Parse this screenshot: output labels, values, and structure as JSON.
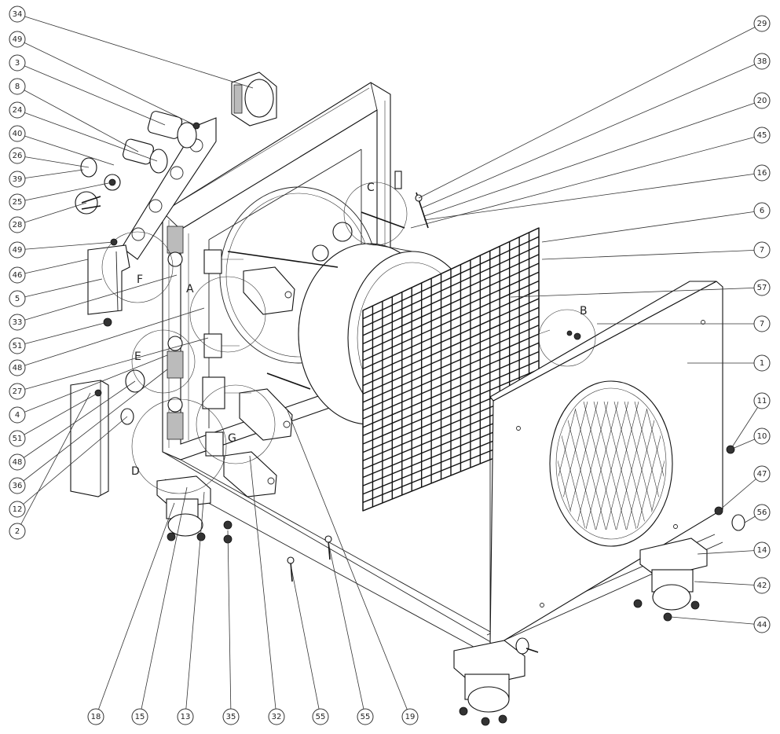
{
  "callouts": [
    {
      "label": "34",
      "ref": "switch-box"
    },
    {
      "label": "49",
      "ref": "hex-nut-top"
    },
    {
      "label": "3",
      "ref": "cable-gland-large"
    },
    {
      "label": "8",
      "ref": "cable-gland-large"
    },
    {
      "label": "24",
      "ref": "mounting-plate"
    },
    {
      "label": "40",
      "ref": "small-nut"
    },
    {
      "label": "26",
      "ref": "connector-sleeve"
    },
    {
      "label": "39",
      "ref": "connector-sleeve"
    },
    {
      "label": "25",
      "ref": "connector-ring"
    },
    {
      "label": "28",
      "ref": "power-plug"
    },
    {
      "label": "49",
      "ref": "hex-nut-left"
    },
    {
      "label": "46",
      "ref": "terminal-cover"
    },
    {
      "label": "5",
      "ref": "terminal-cover"
    },
    {
      "label": "33",
      "ref": "terminal-screw"
    },
    {
      "label": "51",
      "ref": "nut-pair"
    },
    {
      "label": "48",
      "ref": "frame-bolt"
    },
    {
      "label": "27",
      "ref": "bracket"
    },
    {
      "label": "4",
      "ref": "bracket"
    },
    {
      "label": "51",
      "ref": "nut-lower"
    },
    {
      "label": "48",
      "ref": "bolt-lower"
    },
    {
      "label": "36",
      "ref": "grommet"
    },
    {
      "label": "12",
      "ref": "grommet"
    },
    {
      "label": "2",
      "ref": "cover-plate"
    },
    {
      "label": "29",
      "ref": "clamp"
    },
    {
      "label": "38",
      "ref": "clamp-screw"
    },
    {
      "label": "20",
      "ref": "clamp-bracket"
    },
    {
      "label": "45",
      "ref": "fan-housing"
    },
    {
      "label": "16",
      "ref": "support-bar"
    },
    {
      "label": "6",
      "ref": "front-grille"
    },
    {
      "label": "7",
      "ref": "front-grille"
    },
    {
      "label": "57",
      "ref": "grille-screw"
    },
    {
      "label": "7",
      "ref": "grille-panel"
    },
    {
      "label": "1",
      "ref": "side-panel"
    },
    {
      "label": "11",
      "ref": "side-bolt"
    },
    {
      "label": "10",
      "ref": "side-nut"
    },
    {
      "label": "47",
      "ref": "panel-bolt"
    },
    {
      "label": "56",
      "ref": "wheel-washer"
    },
    {
      "label": "14",
      "ref": "caster-plate"
    },
    {
      "label": "42",
      "ref": "caster-wheel"
    },
    {
      "label": "44",
      "ref": "caster-nut"
    },
    {
      "label": "18",
      "ref": "caster-left"
    },
    {
      "label": "15",
      "ref": "caster-left"
    },
    {
      "label": "13",
      "ref": "washer"
    },
    {
      "label": "35",
      "ref": "nut"
    },
    {
      "label": "32",
      "ref": "motor-mount"
    },
    {
      "label": "55",
      "ref": "base-screw"
    },
    {
      "label": "55",
      "ref": "base-screw"
    },
    {
      "label": "19",
      "ref": "mount-block"
    }
  ],
  "details": [
    "A",
    "B",
    "C",
    "D",
    "E",
    "F",
    "G"
  ]
}
